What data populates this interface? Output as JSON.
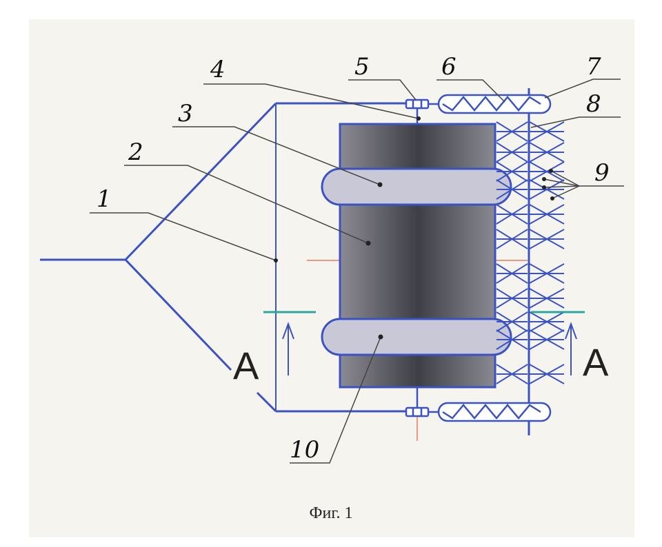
{
  "labels": {
    "l1": "1",
    "l2": "2",
    "l3": "3",
    "l4": "4",
    "l5": "5",
    "l6": "6",
    "l7": "7",
    "l8": "8",
    "l9": "9",
    "l10": "10"
  },
  "section": {
    "left": "A",
    "right": "A"
  },
  "caption": "Фиг. 1",
  "colors": {
    "frame": "#3b52c4",
    "axis": "#e8603c",
    "section_line": "#2aa6a0",
    "body_dark": "#404048",
    "ring_fill": "#c9c8d6"
  }
}
